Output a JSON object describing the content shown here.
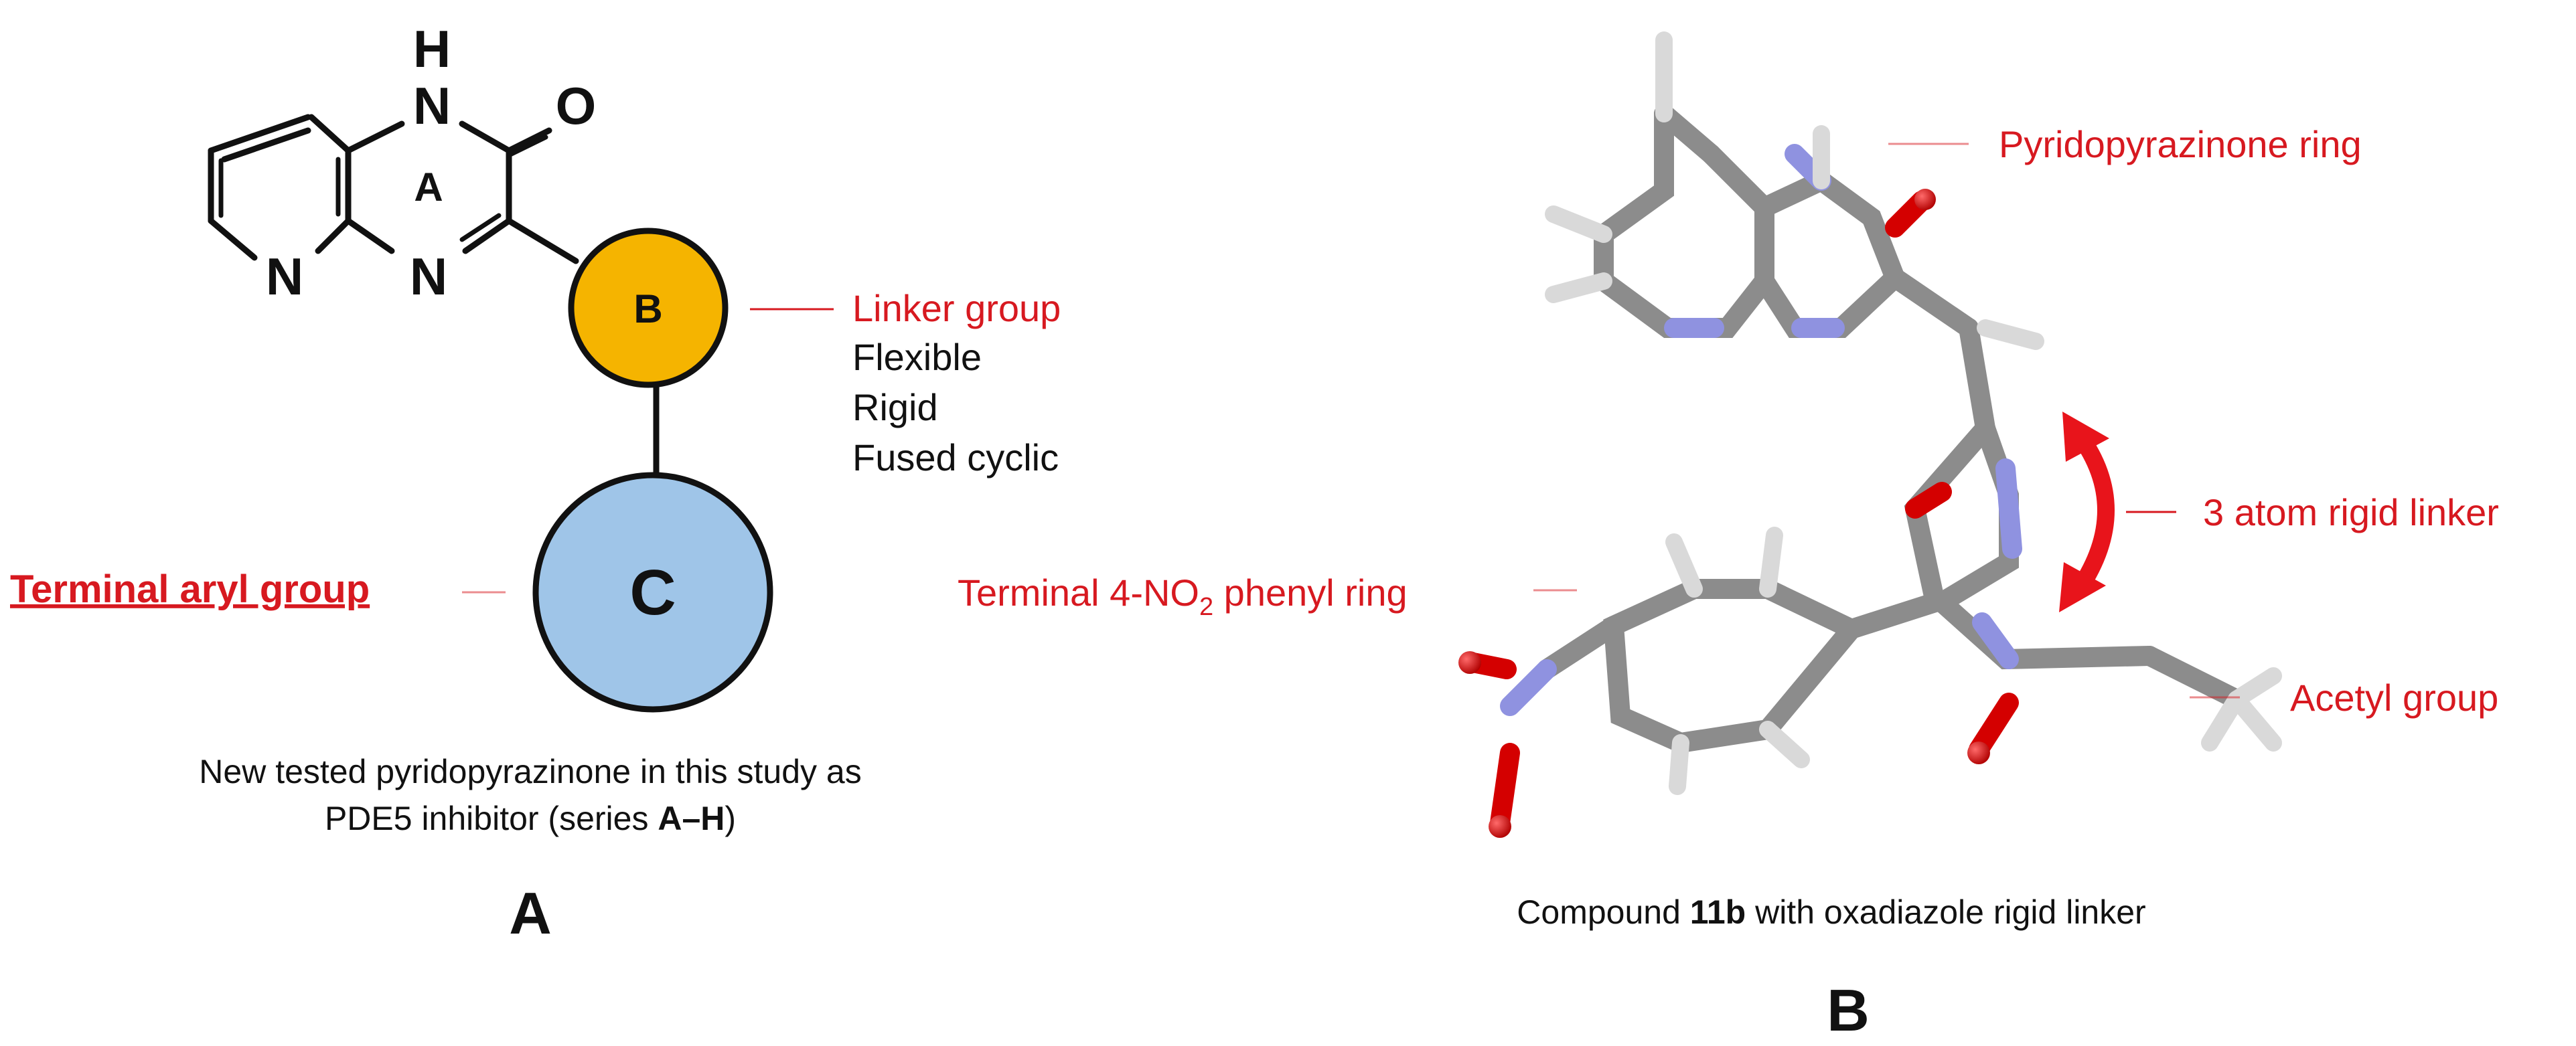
{
  "panel_a": {
    "atoms": {
      "nh_h": "H",
      "nh_n": "N",
      "carbonyl_o": "O",
      "pyridine_n": "N",
      "pyrazine_n": "N"
    },
    "ring_a": "A",
    "ring_b": "B",
    "ring_c": "C",
    "linker_title": "Linker group",
    "linker_types": [
      "Flexible",
      "Rigid",
      "Fused cyclic"
    ],
    "terminal_label": "Terminal aryl group",
    "caption_line1": "New tested pyridopyrazinone  in this study as",
    "caption_line2_prefix": "PDE5 inhibitor (series ",
    "caption_line2_bold": "A–H",
    "caption_line2_suffix": ")",
    "panel_label": "A",
    "colors": {
      "ring_b": "#f5b400",
      "ring_c": "#9fc5e8",
      "accent": "#d71920"
    }
  },
  "panel_b": {
    "label_pyridopyrazinone": "Pyridopyrazinone ring",
    "label_linker": "3 atom rigid linker",
    "label_terminal_prefix": "Terminal 4-NO",
    "label_terminal_sub": "2",
    "label_terminal_suffix": " phenyl ring",
    "label_acetyl": "Acetyl group",
    "caption_prefix": "Compound ",
    "caption_bold": "11b",
    "caption_suffix": " with oxadiazole  rigid linker",
    "panel_label": "B",
    "colors": {
      "carbon": "#8c8c8c",
      "hydrogen": "#d9d9d9",
      "nitrogen": "#8f92e0",
      "oxygen": "#d40000",
      "arrow": "#e8141b"
    }
  }
}
